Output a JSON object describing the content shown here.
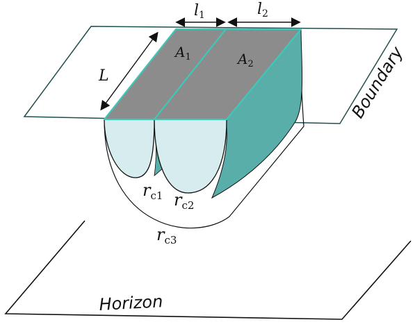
{
  "labels": {
    "l1": "l",
    "l1_sub": "1",
    "l2": "l",
    "l2_sub": "2",
    "A1": "A",
    "A1_sub": "1",
    "A2": "A",
    "A2_sub": "2",
    "L": "L",
    "rc1": "r",
    "rc1_sub": "c1",
    "rc2": "r",
    "rc2_sub": "c2",
    "rc3": "r",
    "rc3_sub": "c3",
    "boundary": "Boundary",
    "horizon": "Horizon"
  },
  "colors": {
    "plane_stroke": "#1f4f4f",
    "teal": "#5aaea9",
    "teal_edge": "#3fc8b9",
    "gray_face": "#8c8c8c",
    "light_teal": "#d6ecee",
    "ink": "#111111"
  }
}
